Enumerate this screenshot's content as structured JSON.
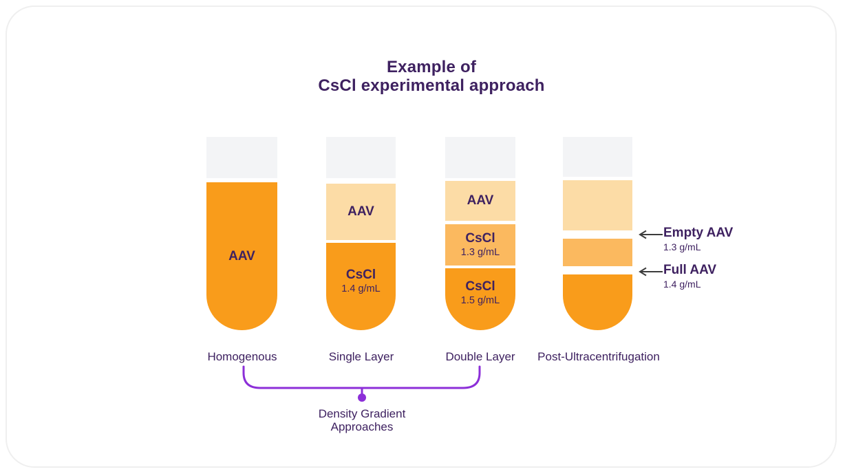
{
  "title": {
    "line1": "Example of",
    "line2": "CsCl experimental approach"
  },
  "tubes": [
    {
      "label": "Homogenous",
      "sections": [
        {
          "name": "aav",
          "text": "AAV",
          "density": ""
        }
      ]
    },
    {
      "label": "Single Layer",
      "sections": [
        {
          "name": "aav",
          "text": "AAV",
          "density": ""
        },
        {
          "name": "cscl",
          "text": "CsCl",
          "density": "1.4 g/mL"
        }
      ]
    },
    {
      "label": "Double Layer",
      "sections": [
        {
          "name": "aav",
          "text": "AAV",
          "density": ""
        },
        {
          "name": "cscl-1-3",
          "text": "CsCl",
          "density": "1.3 g/mL"
        },
        {
          "name": "cscl-1-5",
          "text": "CsCl",
          "density": "1.5 g/mL"
        }
      ]
    },
    {
      "label": "Post-Ultracentrifugation",
      "sections": []
    }
  ],
  "annotations": [
    {
      "label": "Empty AAV",
      "density": "1.3 g/mL"
    },
    {
      "label": "Full AAV",
      "density": "1.4 g/mL"
    }
  ],
  "bracket": {
    "label_line1": "Density Gradient",
    "label_line2": "Approaches"
  },
  "colors": {
    "bright_orange": "#f99c1b",
    "medium_orange": "#fbb95f",
    "light_peach": "#fcdca6",
    "tube_air_gray": "#f3f4f6",
    "text_purple": "#3e2160",
    "bracket_purple": "#8c2fd8",
    "arrow_gray": "#3c3c3c",
    "card_border": "#efefef"
  }
}
